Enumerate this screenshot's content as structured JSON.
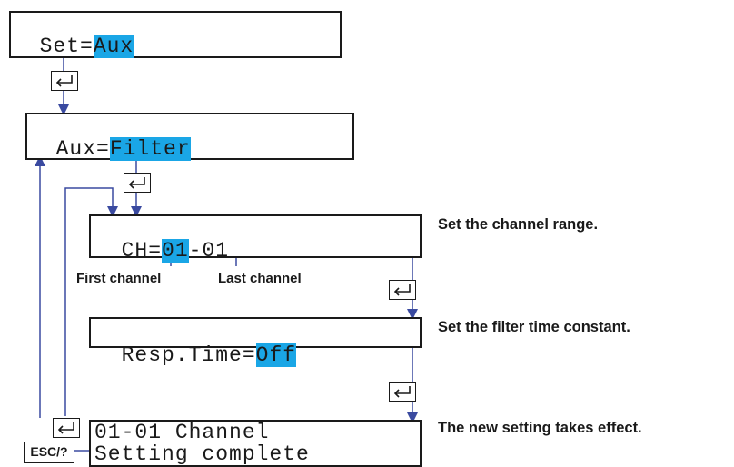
{
  "screens": {
    "set": {
      "prefix": "Set=",
      "value": "Aux"
    },
    "aux": {
      "prefix": "Aux=",
      "value": "Filter"
    },
    "ch": {
      "prefix": "CH=",
      "value": "01",
      "suffix": "-01"
    },
    "resp": {
      "prefix": "Resp.Time=",
      "value": "Off"
    },
    "done": {
      "line1": "01-01 Channel",
      "line2": "Setting complete"
    }
  },
  "labels": {
    "first_channel": "First channel",
    "last_channel": "Last channel",
    "esc": "ESC/?"
  },
  "descriptions": {
    "channel_range": "Set the channel range.",
    "filter_time": "Set the filter time constant.",
    "effect": "The new setting takes effect."
  },
  "colors": {
    "highlight": "#1aa6e6",
    "arrow": "#3a4aa0",
    "line": "#1a1a1a"
  },
  "icons": {
    "enter": "enter-key-icon"
  }
}
